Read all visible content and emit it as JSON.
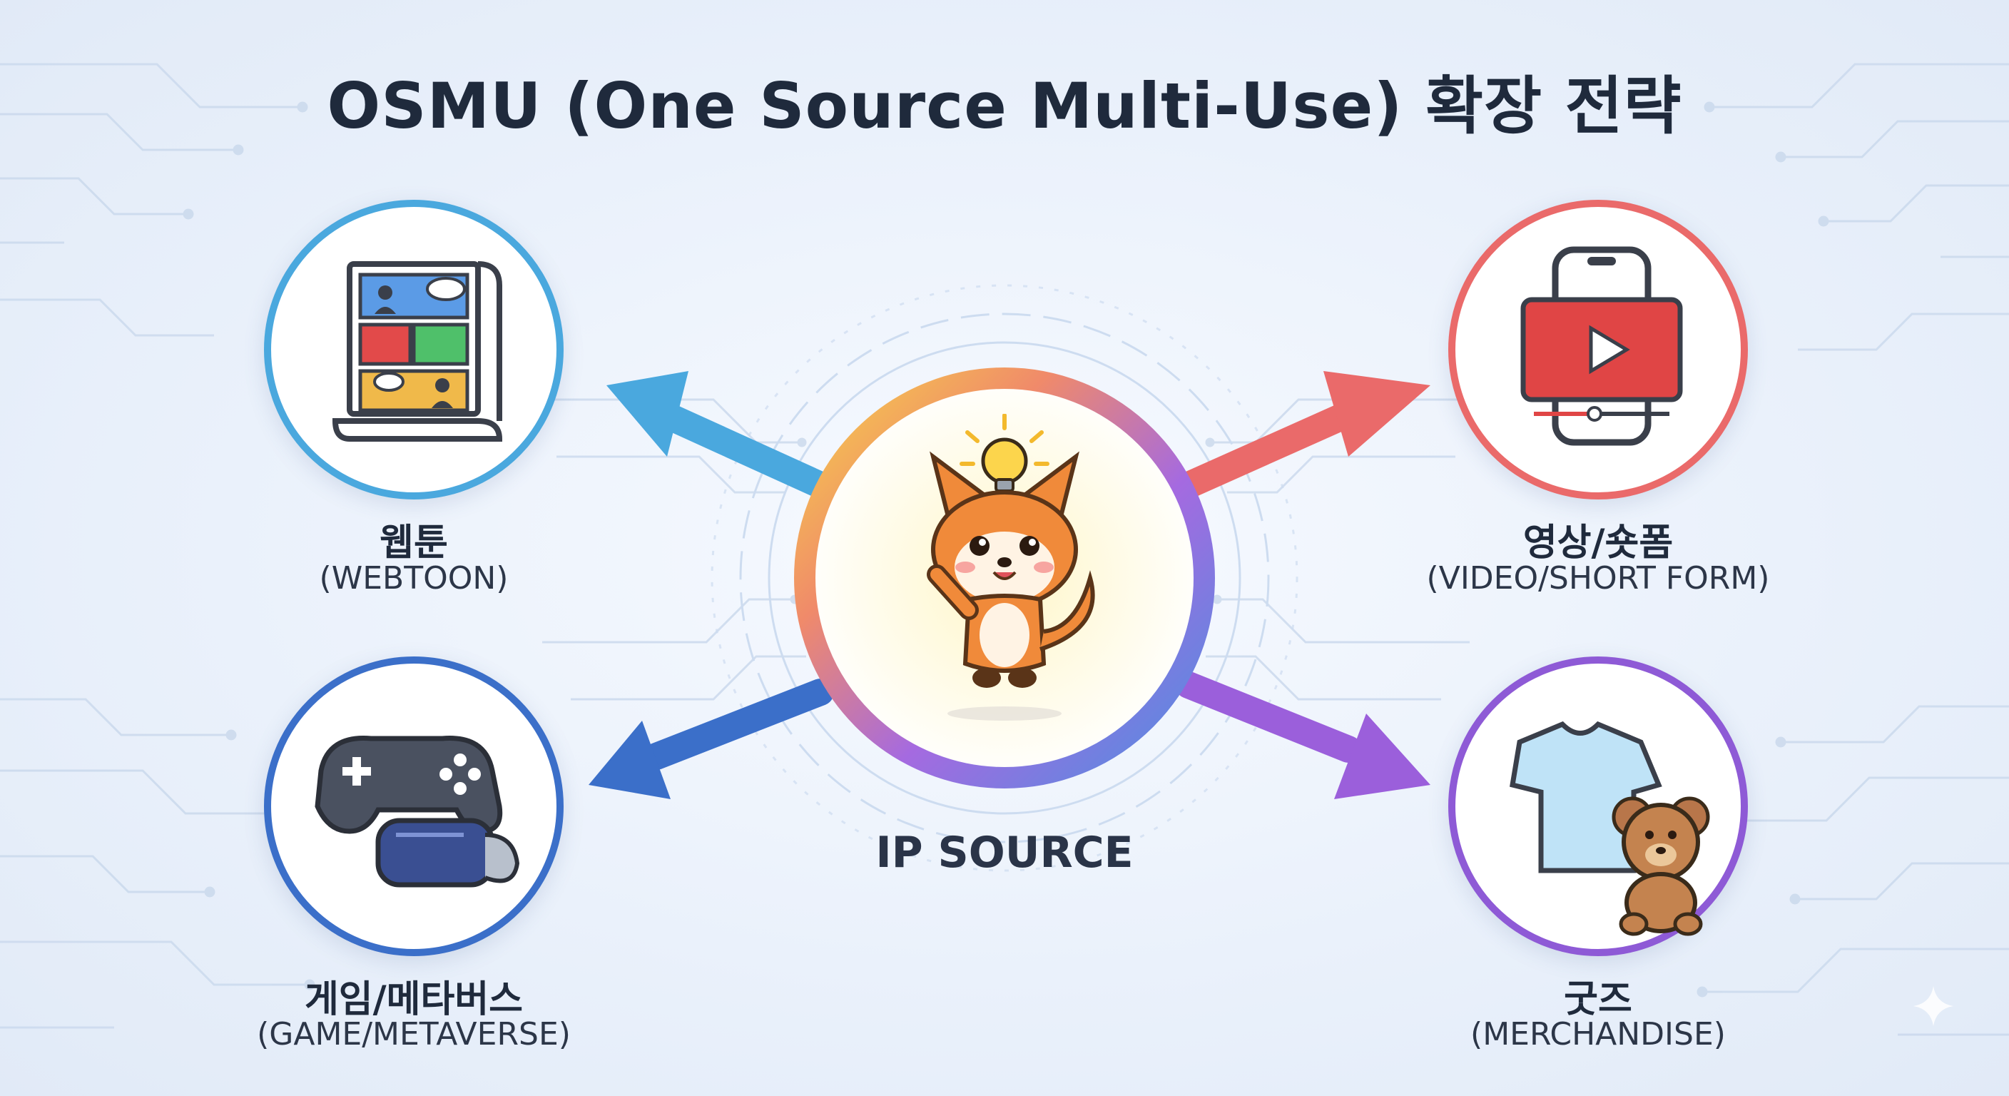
{
  "title": "OSMU (One Source Multi-Use) 확장 전략",
  "center": {
    "label": "IP SOURCE",
    "icon": "fox-mascot-with-lightbulb"
  },
  "nodes": [
    {
      "id": "webtoon",
      "label_ko": "웹툰",
      "label_en": "(WEBTOON)",
      "icon": "comic-scroll-icon",
      "color": "#4aa8de"
    },
    {
      "id": "video",
      "label_ko": "영상/숏폼",
      "label_en": "(VIDEO/SHORT FORM)",
      "icon": "phone-play-icon",
      "color": "#ea6a6a"
    },
    {
      "id": "game",
      "label_ko": "게임/메타버스",
      "label_en": "(GAME/METAVERSE)",
      "icon": "gamepad-vr-icon",
      "color": "#3b6fc9"
    },
    {
      "id": "goods",
      "label_ko": "굿즈",
      "label_en": "(MERCHANDISE)",
      "icon": "tshirt-bear-icon",
      "color": "#8e5ad6"
    }
  ]
}
